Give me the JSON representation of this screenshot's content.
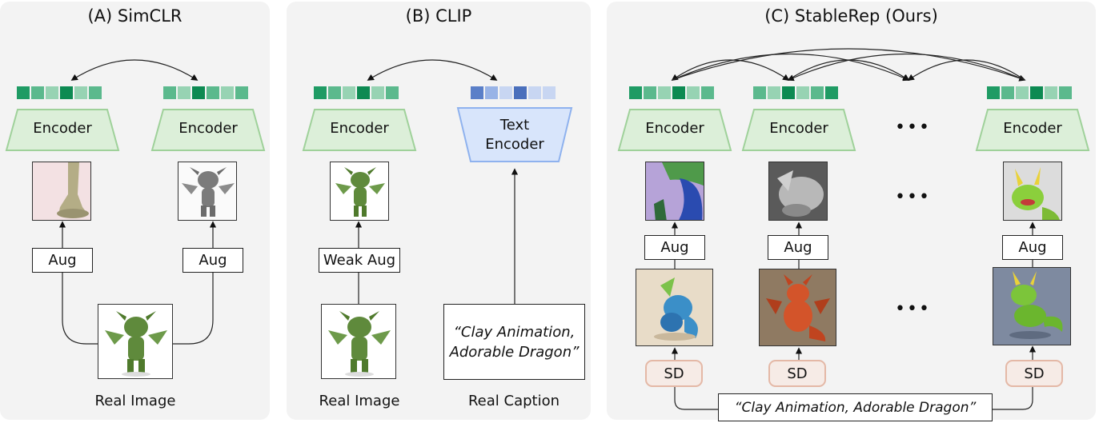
{
  "panels": {
    "a": {
      "title": "(A) SimCLR",
      "encoder_label": "Encoder",
      "aug_label": "Aug",
      "image_caption": "Real Image"
    },
    "b": {
      "title": "(B) CLIP",
      "encoder_label": "Encoder",
      "text_encoder_label_line1": "Text",
      "text_encoder_label_line2": "Encoder",
      "weak_aug_label": "Weak Aug",
      "image_caption": "Real Image",
      "text_caption": "Real Caption",
      "prompt_line1": "“Clay Animation,",
      "prompt_line2": "Adorable Dragon”"
    },
    "c": {
      "title": "(C) StableRep (Ours)",
      "encoder_label": "Encoder",
      "aug_label": "Aug",
      "sd_label": "SD",
      "ellipsis": "•••",
      "prompt": "“Clay Animation, Adorable Dragon”"
    }
  },
  "colors": {
    "panel_bg": "#f3f3f3",
    "encoder_fill": "#dcefd9",
    "encoder_stroke": "#9fd19a",
    "text_encoder_fill": "#d8e5fb",
    "text_encoder_stroke": "#8fb2ee",
    "sd_fill": "#f6ebe6",
    "sd_stroke": "#e4b8a6",
    "feature_green_shades": [
      "#1f9b64",
      "#5bb98d",
      "#97d3b3",
      "#0d8a52"
    ],
    "feature_blue_shades": [
      "#5a7fc8",
      "#98b3e6",
      "#c8d6f2",
      "#4a6fbc"
    ]
  },
  "icons": [
    "dragon-image-icon",
    "bidirectional-arrow-icon",
    "up-arrow-icon"
  ]
}
